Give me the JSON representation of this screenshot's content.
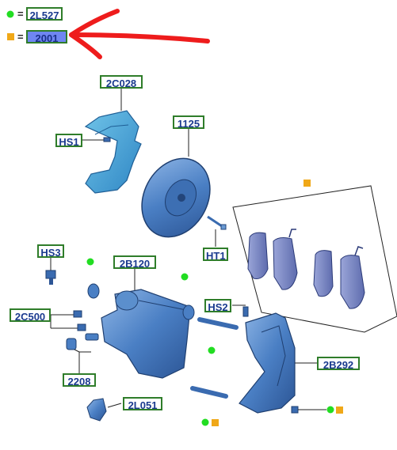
{
  "legend": {
    "items": [
      {
        "code": "2L527",
        "marker": "green-dot",
        "color": "#22dd22"
      },
      {
        "code": "2001",
        "marker": "orange-square",
        "color": "#f0a818",
        "highlighted": true
      }
    ],
    "equals": "="
  },
  "callouts": [
    "2C028",
    "HS1",
    "1125",
    "HT1",
    "HS3",
    "2B120",
    "2C500",
    "HS2",
    "2208",
    "2B292",
    "2L051"
  ],
  "colors": {
    "part_fill": "#4a86c8",
    "part_dark": "#23457a",
    "label_border": "#2f7d2a",
    "label_text": "#1a3a8f",
    "arrow": "#ee1c1c",
    "green_marker": "#22dd22",
    "orange_marker": "#f0a818"
  }
}
